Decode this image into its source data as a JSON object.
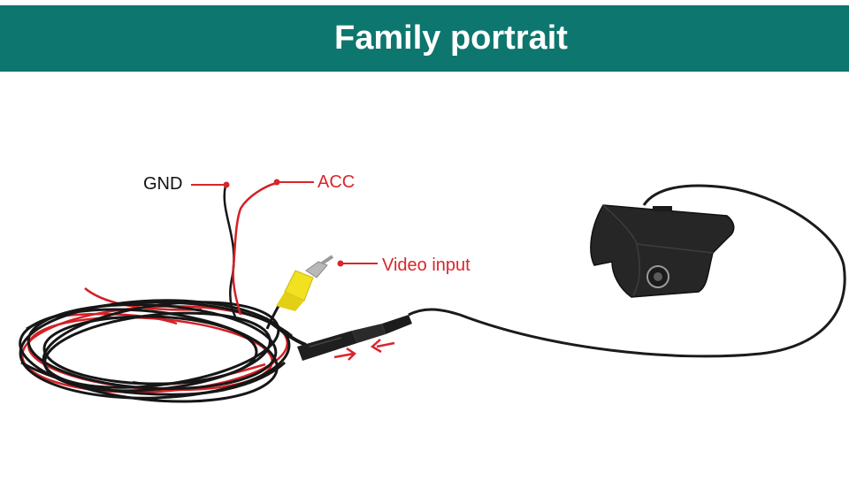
{
  "banner": {
    "title": "Family portrait",
    "background_color": "#0d766e",
    "text_color": "#ffffff"
  },
  "labels": {
    "gnd": "GND",
    "acc": "ACC",
    "video_input": "Video input"
  },
  "colors": {
    "label_red": "#d8262b",
    "label_black": "#111111",
    "cable_black": "#1a1a1a",
    "cable_red": "#d42025",
    "rca_yellow": "#f2e11e"
  }
}
